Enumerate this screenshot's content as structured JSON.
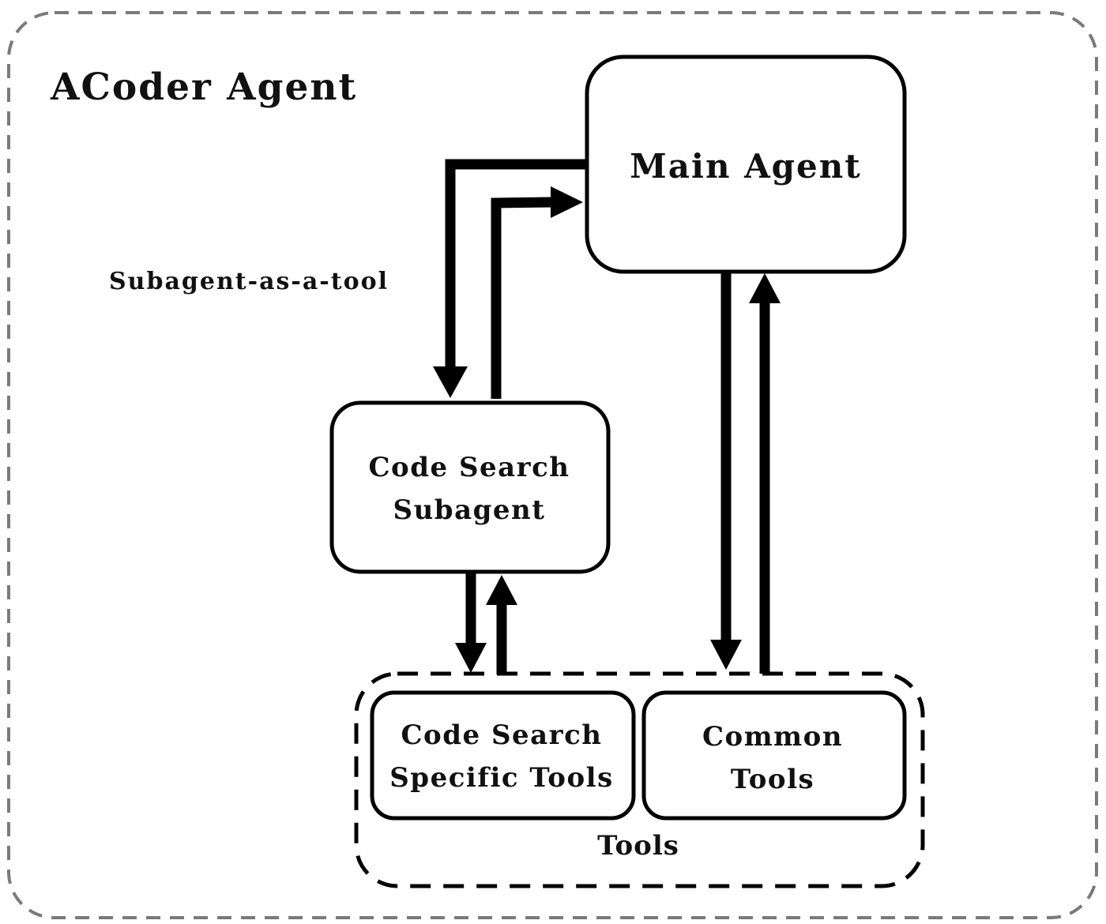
{
  "diagram": {
    "frame": {
      "title": "ACoder Agent",
      "border_color": "#7a7a7a"
    },
    "nodes": {
      "main_agent": {
        "label": "Main Agent"
      },
      "code_search_subagent": {
        "line1": "Code Search",
        "line2": "Subagent"
      },
      "code_search_tools": {
        "line1": "Code Search",
        "line2": "Specific Tools"
      },
      "common_tools": {
        "line1": "Common",
        "line2": "Tools"
      }
    },
    "groups": {
      "tools": {
        "label": "Tools"
      }
    },
    "edges": [
      {
        "from": "main_agent",
        "to": "code_search_subagent",
        "label": "Subagent-as-a-tool"
      },
      {
        "from": "code_search_subagent",
        "to": "main_agent",
        "label": ""
      },
      {
        "from": "code_search_subagent",
        "to": "code_search_tools",
        "label": ""
      },
      {
        "from": "code_search_tools",
        "to": "code_search_subagent",
        "label": ""
      },
      {
        "from": "main_agent",
        "to": "common_tools",
        "label": ""
      },
      {
        "from": "common_tools",
        "to": "main_agent",
        "label": ""
      }
    ]
  }
}
